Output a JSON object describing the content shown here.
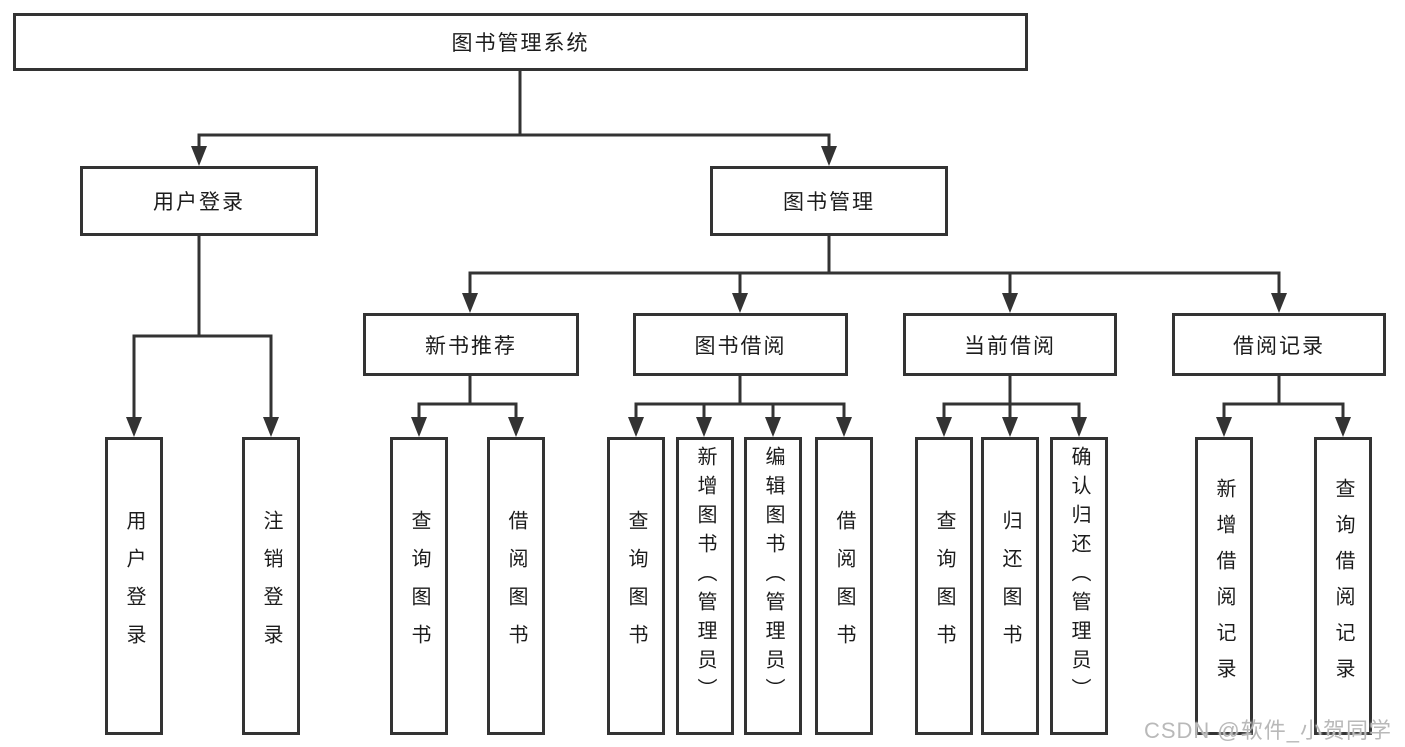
{
  "diagram": {
    "title": "图书管理系统",
    "root": {
      "label": "图书管理系统"
    },
    "level2": [
      {
        "label": "用户登录"
      },
      {
        "label": "图书管理"
      }
    ],
    "level3": [
      {
        "label": "新书推荐"
      },
      {
        "label": "图书借阅"
      },
      {
        "label": "当前借阅"
      },
      {
        "label": "借阅记录"
      }
    ],
    "leaves": {
      "user": [
        "用户登录",
        "注销登录"
      ],
      "recommend": [
        "查询图书",
        "借阅图书"
      ],
      "borrow": [
        "查询图书",
        "新增图书（管理员）",
        "编辑图书（管理员）",
        "借阅图书"
      ],
      "current": [
        "查询图书",
        "归还图书",
        "确认归还（管理员）"
      ],
      "records": [
        "新增借阅记录",
        "查询借阅记录"
      ]
    },
    "colors": {
      "line": "#333333",
      "box_border": "#333333",
      "text": "#1c1c1c",
      "watermark": "#b9b9b9",
      "background": "#ffffff"
    }
  },
  "watermark": {
    "text": "CSDN @软件_小贺同学"
  }
}
